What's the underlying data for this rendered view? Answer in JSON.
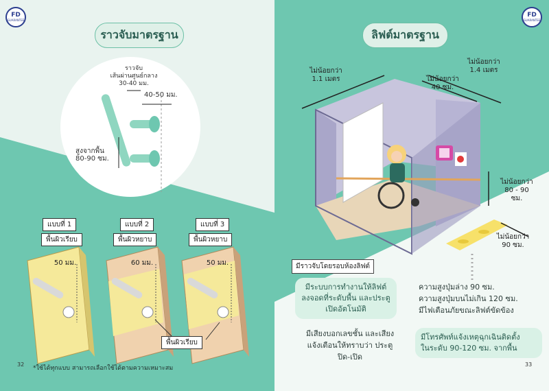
{
  "left_page": {
    "title": "ราวจับมาตรฐาน",
    "logo": {
      "text": "FD",
      "sub": "GUARANTEE"
    },
    "diagram": {
      "diameter_label": "ราวจับ\nเส้นผ่านศูนย์กลาง\n30-40 มม.",
      "gap_label": "40-50 มม.",
      "height_label": "สูงจากพื้น\n80-90 ซม."
    },
    "types": [
      {
        "label": "แบบที่ 1",
        "surface": "พื้นผิวเรียบ",
        "distance": "50 มม."
      },
      {
        "label": "แบบที่ 2",
        "surface": "พื้นผิวหยาบ",
        "distance": "60 มม."
      },
      {
        "label": "แบบที่ 3",
        "surface": "พื้นผิวหยาบ",
        "distance": "50 มม."
      }
    ],
    "smooth_surface_label": "พื้นผิวเรียบ",
    "page_number": "32",
    "footnote": "*ใช้ได้ทุกแบบ สามารถเลือกใช้ได้ตามความเหมาะสม",
    "colors": {
      "teal": "#6ec7b0",
      "yellow": "#f5e99a",
      "tan": "#f0d2ae"
    }
  },
  "right_page": {
    "title": "ลิฟต์มาตรฐาน",
    "logo": {
      "text": "FD",
      "sub": "GUARANTEE"
    },
    "dims": {
      "width": "ไม่น้อยกว่า\n1.1 เมตร",
      "depth": "ไม่น้อยกว่า\n1.4 เมตร",
      "handrail": "ไม่น้อยกว่า\n40 ซม.",
      "panel_height": "ไม่น้อยกว่า\n80 - 90\nซม.",
      "tactile": "ไม่น้อยกว่า\n90 ซม."
    },
    "handrail_label": "มีราวจับโดยรอบห้องลิฟต์",
    "auto_callout": "มีระบบการทำงานให้ลิฟต์\nลงจอดที่ระดับพื้น และประตู\nเปิดอัตโนมัติ",
    "sound_text": "มีเสียงบอกเลขชั้น และเสียง\nแจ้งเตือนให้ทราบว่า ประตู\nปิด-เปิด",
    "button_text": "ความสูงปุ่มล่าง 90 ซม.\nความสูงปุ่มบนไม่เกิน 120 ซม.\nมีไฟเตือนภัยขณะลิฟต์ขัดข้อง",
    "phone_callout": "มีโทรศัพท์แจ้งเหตุฉุกเฉินติดตั้ง\nในระดับ 90-120 ซม. จากพื้น",
    "page_number": "33",
    "colors": {
      "teal": "#6ec7b0",
      "lift_wall": "#b9b6d3",
      "floor": "#e8d6b8"
    }
  }
}
